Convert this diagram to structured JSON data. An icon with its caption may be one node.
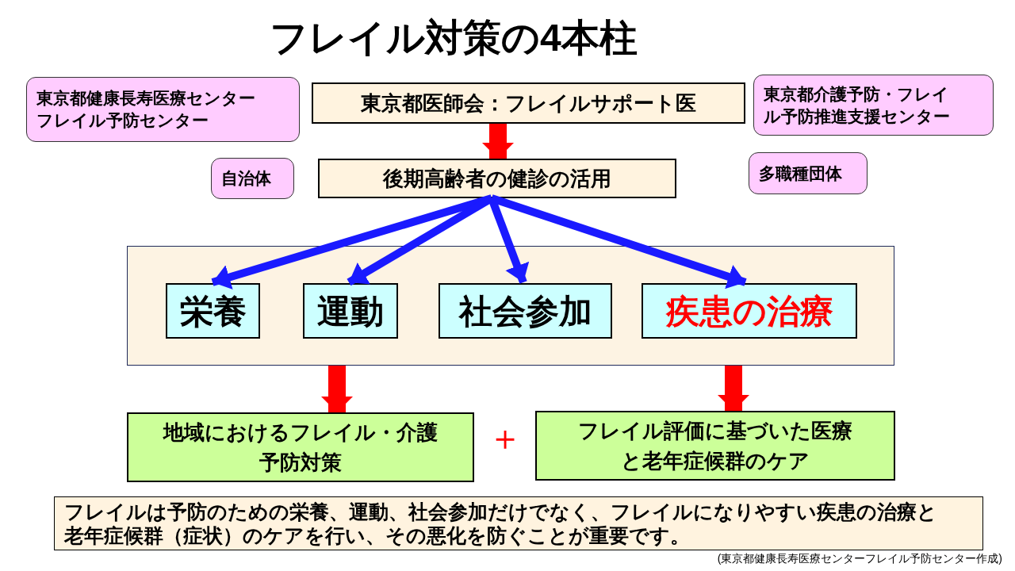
{
  "diagram": {
    "title": "フレイル対策の4本柱",
    "caption": "(東京都健康長寿医療センターフレイル予防センター作成)",
    "nodes": [
      {
        "text": [
          "東京都健康長寿医療センターフレイル予防センター"
        ]
      },
      {
        "text": [
          "東京都医師会：フレイルサポート医"
        ]
      },
      {
        "text": [
          "東京都介護予防・フレイル予防推進支援センター"
        ]
      },
      {
        "text": [
          "自治体"
        ]
      },
      {
        "text": [
          "後期高齢者の健診の活用"
        ]
      },
      {
        "text": [
          "多職種団体"
        ]
      },
      {
        "text": [],
        "shape": "box"
      },
      {
        "text": [
          "栄養"
        ],
        "in": 6
      },
      {
        "text": [
          "運動"
        ],
        "in": 6
      },
      {
        "text": [
          "社会参加"
        ],
        "in": 6
      },
      {
        "text": [
          "疾患の治療"
        ],
        "in": 6
      },
      {
        "text": [
          "地域におけるフレイル・介護予防対策"
        ]
      },
      {
        "text": [
          "フレイル評価に基づいた医療と老年症候群のケア"
        ]
      },
      {
        "text": [
          "フレイルは予防のための栄養、運動、社会参加だけでなく、フレイルになりやすい疾患の治療と老年症候群（症状）のケアを行い、その悪化を防ぐことが重要です。"
        ]
      }
    ],
    "edges": [
      {
        "from": 1,
        "to": 4,
        "arrow": "to",
        "style": "thick",
        "color": "#ff0000"
      },
      {
        "from": 4,
        "to": 7,
        "arrow": "to"
      },
      {
        "from": 4,
        "to": 8,
        "arrow": "to"
      },
      {
        "from": 4,
        "to": 9,
        "arrow": "to"
      },
      {
        "from": 4,
        "to": 10,
        "arrow": "to"
      },
      {
        "from": 6,
        "to": 11,
        "arrow": "to",
        "style": "thick",
        "color": "#ff0000"
      },
      {
        "from": 6,
        "to": 12,
        "arrow": "to",
        "style": "thick",
        "color": "#ff0000"
      }
    ],
    "labels": [
      "＋"
    ]
  }
}
